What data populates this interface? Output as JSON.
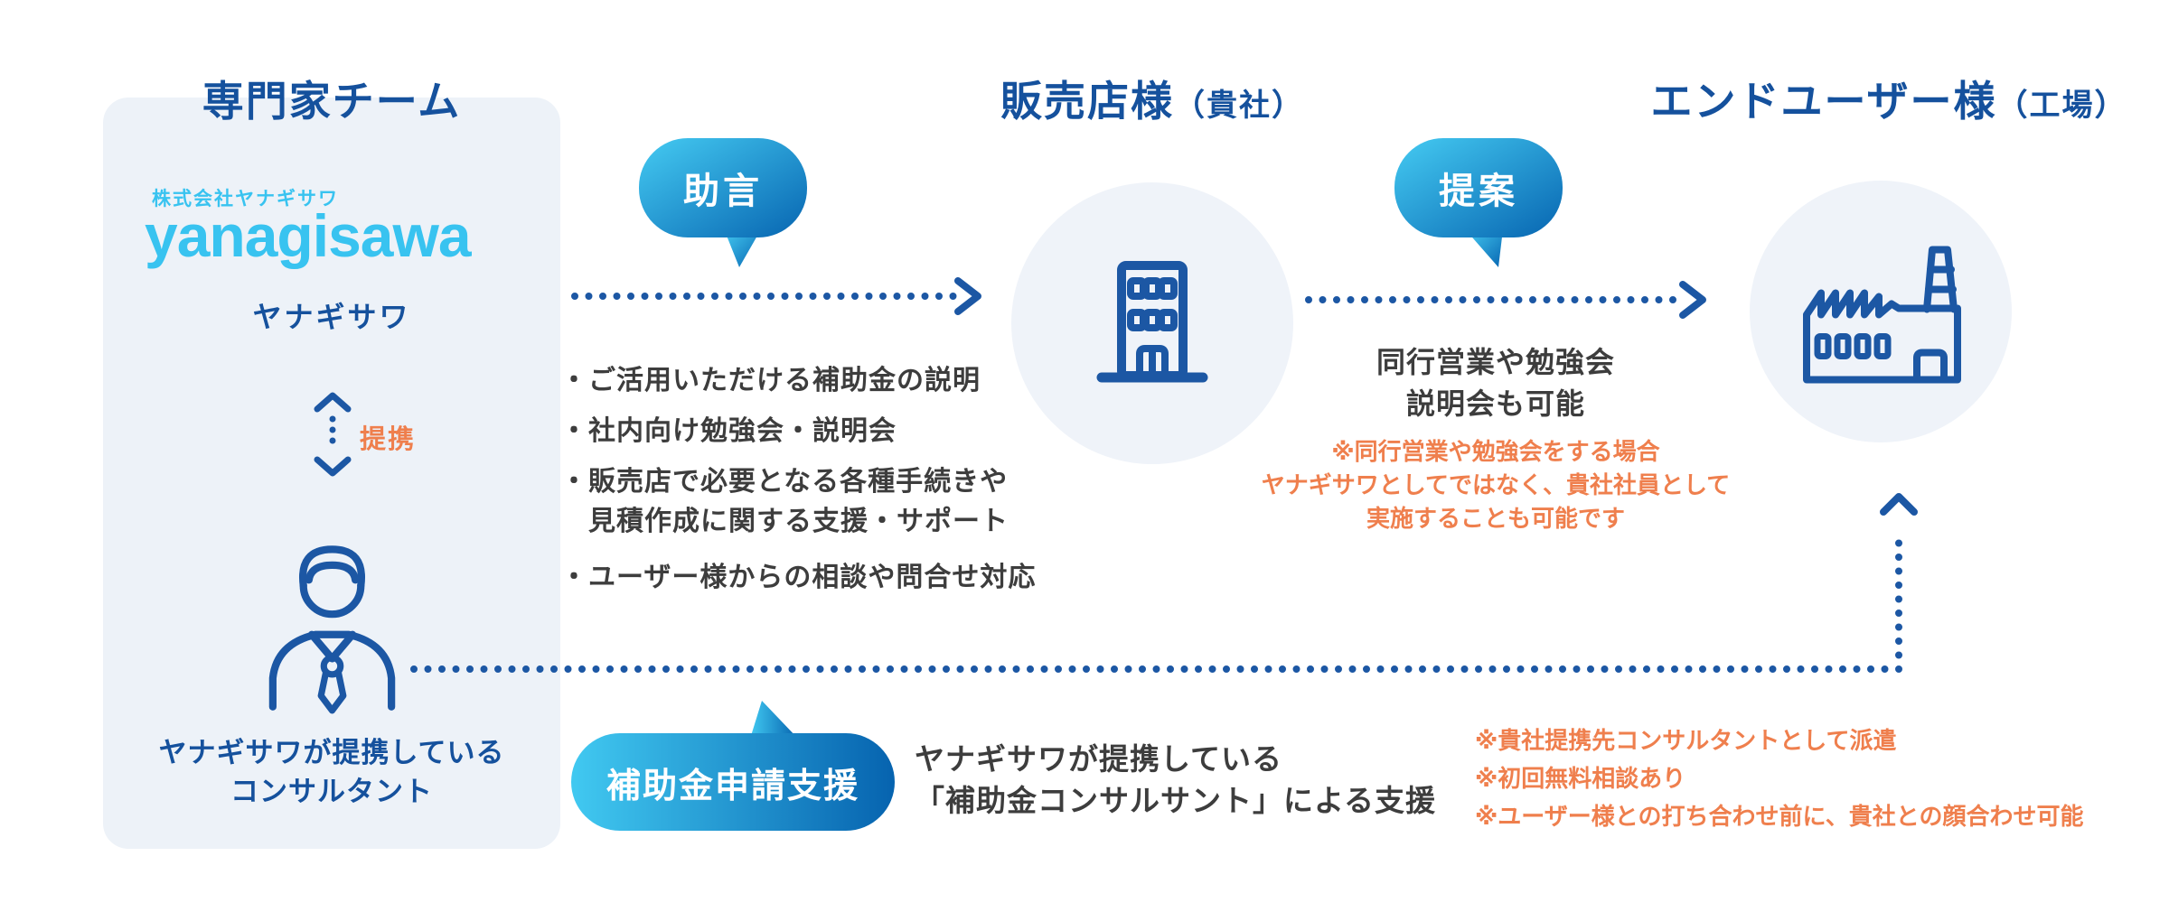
{
  "colors": {
    "heading_blue": "#15519d",
    "icon_blue": "#1c57a4",
    "logo_lightblue": "#38c3f0",
    "accent_orange": "#ef7f4d",
    "panel_bg": "#edf2f8",
    "bubble_gradient_start": "#45cbf2",
    "bubble_gradient_end": "#0765b1",
    "body_text": "#3d3d3d"
  },
  "expert_panel": {
    "heading": "専門家チーム",
    "logo_small": "株式会社ヤナギサワ",
    "logo_main": "yanagisawa",
    "company_label": "ヤナギサワ",
    "partnership_label": "提携",
    "consultant_caption_line1": "ヤナギサワが提携している",
    "consultant_caption_line2": "コンサルタント"
  },
  "dealer": {
    "heading": "販売店様",
    "heading_sub": "（貴社）"
  },
  "end_user": {
    "heading": "エンドユーザー様",
    "heading_sub": "（工場）"
  },
  "advice_bubble_label": "助言",
  "proposal_bubble_label": "提案",
  "subsidy_bubble_label": "補助金申請支援",
  "advice_points": [
    "・ご活用いただける補助金の説明",
    "・社内向け勉強会・説明会",
    "・販売店で必要となる各種手続きや",
    "　見積作成に関する支援・サポート",
    "・ユーザー様からの相談や問合せ対応"
  ],
  "proposal_note": {
    "line1": "同行営業や勉強会",
    "line2": "説明会も可能"
  },
  "proposal_caution": [
    "※同行営業や勉強会をする場合",
    "ヤナギサワとしてではなく、貴社社員として",
    "実施することも可能です"
  ],
  "subsidy_description": [
    "ヤナギサワが提携している",
    "「補助金コンサルサント」による支援"
  ],
  "subsidy_notes": [
    "※貴社提携先コンサルタントとして派遣",
    "※初回無料相談あり",
    "※ユーザー様との打ち合わせ前に、貴社との顔合わせ可能"
  ]
}
